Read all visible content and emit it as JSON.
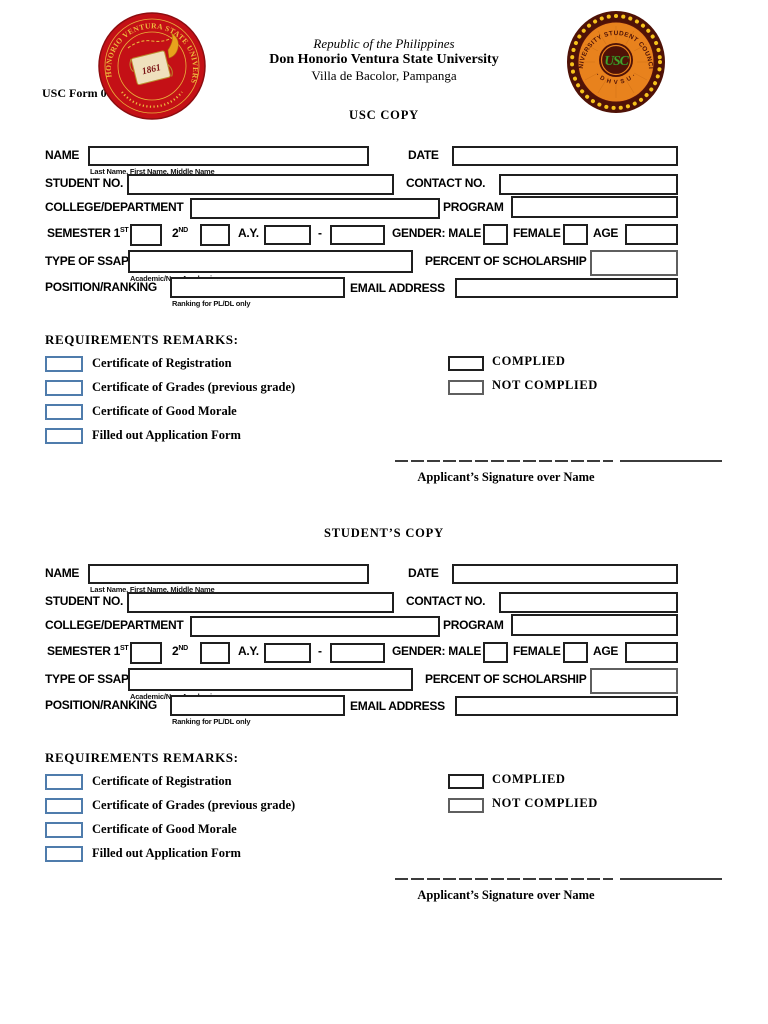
{
  "document": {
    "form_number": "USC Form 004",
    "republic_line": "Republic of the Philippines",
    "university_name": "Don Honorio Ventura State University",
    "address_line": "Villa de Bacolor, Pampanga"
  },
  "logos": {
    "university_seal": {
      "ring_text": "DON HONORIO VENTURA STATE UNIVERSITY",
      "year": "1861"
    },
    "usc_seal": {
      "ring_text": "UNIVERSITY STUDENT COUNCIL",
      "sub_text": "· D H V S U ·",
      "monogram": "USC"
    }
  },
  "copies": [
    {
      "title": "USC COPY"
    },
    {
      "title": "STUDENT’S COPY"
    }
  ],
  "form": {
    "name_label": "NAME",
    "name_caption": "Last Name, First Name, Middle Name",
    "date_label": "DATE",
    "student_no_label": "STUDENT NO.",
    "contact_no_label": "CONTACT NO.",
    "college_label": "COLLEGE/DEPARTMENT",
    "program_label": "PROGRAM",
    "semester_label": "SEMESTER 1",
    "semester_sup": "ST",
    "second_label": "2",
    "second_sup": "ND",
    "ay_label": "A.Y.",
    "ay_dash": "-",
    "gender_male_label": "GENDER: MALE",
    "female_label": "FEMALE",
    "age_label": "AGE",
    "ssap_label": "TYPE OF SSAP",
    "ssap_caption": "Academic/Non-Academic",
    "percent_label": "PERCENT OF SCHOLARSHIP",
    "position_label": "POSITION/RANKING",
    "position_caption": "Ranking for PL/DL only",
    "email_label": "EMAIL ADDRESS",
    "requirements_title": "REQUIREMENTS REMARKS:",
    "requirements": [
      "Certificate of Registration",
      "Certificate of Grades (previous grade)",
      "Certificate of Good Morale",
      "Filled out Application Form"
    ],
    "complied_label": "COMPLIED",
    "not_complied_label": "NOT COMPLIED",
    "signature_label": "Applicant’s Signature over Name"
  },
  "colors": {
    "checkbox_border": "#4f7cac",
    "field_border": "#1f1f1f",
    "seal_red": "#c41016",
    "seal_gold": "#eebb3d",
    "usc_orange": "#e8821d",
    "usc_dark_maroon": "#4f1207",
    "usc_green": "#44a32c",
    "text": "#000000"
  }
}
